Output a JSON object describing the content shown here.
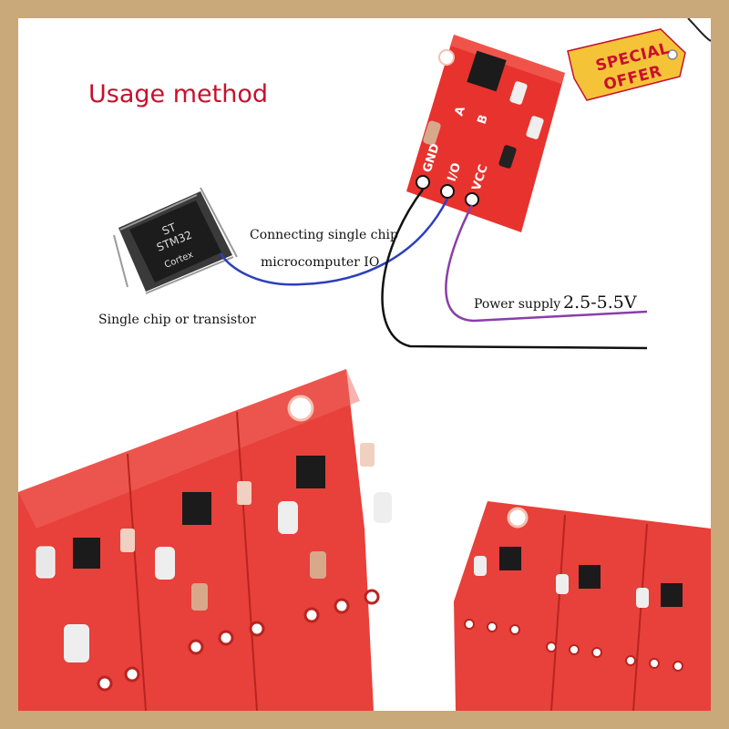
{
  "heading": "Usage method",
  "labels": {
    "connect_line1": "Connecting single chip",
    "connect_line2": "microcomputer IO",
    "chip_caption": "Single chip or transistor",
    "power_label": "Power supply",
    "power_range": "2.5-5.5V"
  },
  "badge": {
    "line1": "SPECIAL",
    "line2": "OFFER",
    "color": "#f5c338"
  },
  "chip_marking": {
    "brand": "ST",
    "model": "STM32",
    "core": "Cortex"
  },
  "module_pins": [
    "GND",
    "I/O",
    "VCC"
  ],
  "module_pads": [
    "A",
    "B"
  ],
  "colors": {
    "frame": "#c9a979",
    "pcb": "#e8322e",
    "heading": "#c8102e",
    "wire_io": "#2b3fbf",
    "wire_vcc": "#8a3ea8",
    "wire_gnd": "#111111"
  }
}
